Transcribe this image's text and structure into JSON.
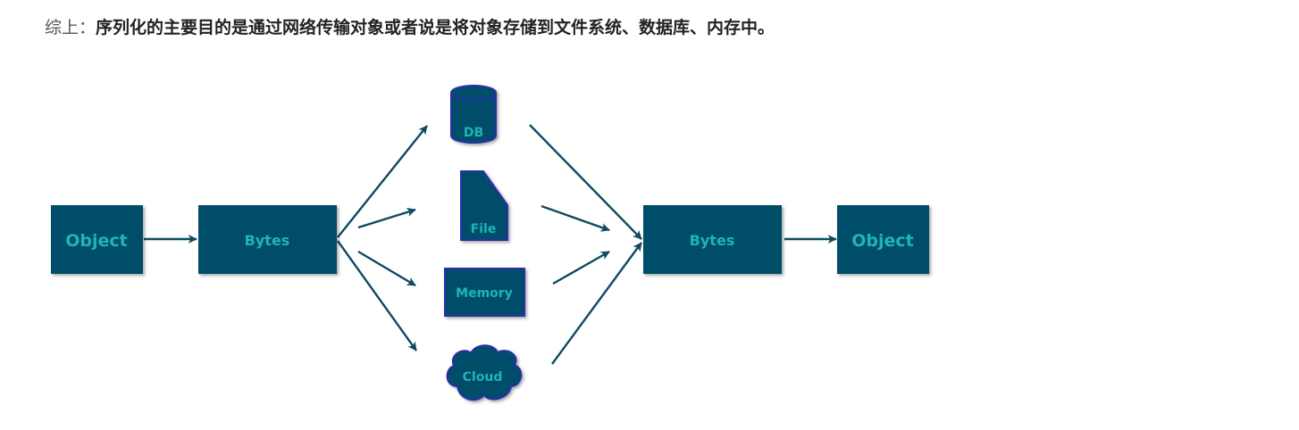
{
  "summary": {
    "prefix": "综上：",
    "text": "序列化的主要目的是通过网络传输对象或者说是将对象存储到文件系统、数据库、内存中。"
  },
  "diagram": {
    "nodes": {
      "object_left": "Object",
      "bytes_left": "Bytes",
      "db": "DB",
      "file": "File",
      "memory": "Memory",
      "cloud": "Cloud",
      "bytes_right": "Bytes",
      "object_right": "Object"
    },
    "colors": {
      "box_fill": "#034e69",
      "node_outline": "#2b2fa8",
      "label": "#1fb5b3",
      "arrow": "#0f4a60",
      "text": "#222222"
    }
  }
}
